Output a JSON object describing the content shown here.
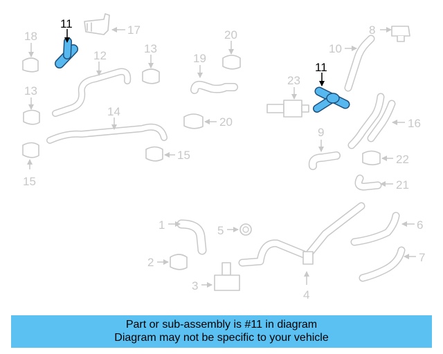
{
  "diagram": {
    "highlight_color": "#57b8ef",
    "highlighted_part": "11",
    "callouts": {
      "c11a": "11",
      "c11b": "11",
      "c1": "1",
      "c2": "2",
      "c3": "3",
      "c4": "4",
      "c5": "5",
      "c6": "6",
      "c7": "7",
      "c8": "8",
      "c9": "9",
      "c10": "10",
      "c12": "12",
      "c13a": "13",
      "c13b": "13",
      "c14": "14",
      "c15a": "15",
      "c15b": "15",
      "c16": "16",
      "c17": "17",
      "c18": "18",
      "c19": "19",
      "c20a": "20",
      "c20b": "20",
      "c21": "21",
      "c22": "22",
      "c23": "23"
    }
  },
  "caption": {
    "line1": "Part or sub-assembly is #11 in diagram",
    "line2": "Diagram may not be specific to your vehicle",
    "background": "#5bc0f2"
  }
}
